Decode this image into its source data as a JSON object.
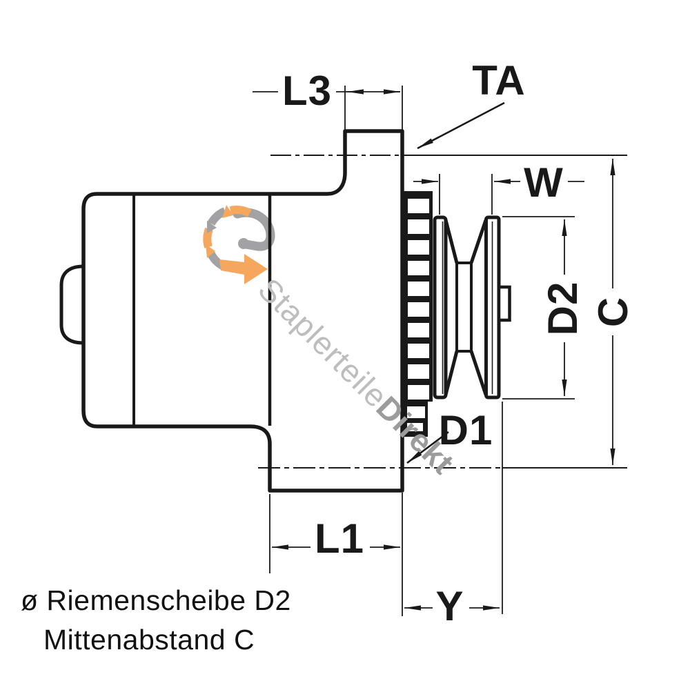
{
  "title": "Alternator dimensional drawing",
  "labels": {
    "l3": "L3",
    "ta": "TA",
    "w": "W",
    "d2": "D2",
    "c": "C",
    "d1": "D1",
    "l1": "L1",
    "y": "Y"
  },
  "caption": {
    "line1": "ø Riemenscheibe D2",
    "line2": "Mittenabstand C"
  },
  "watermark": {
    "text_light": "Staplerteile",
    "text_bold": "Direkt"
  },
  "icons": {
    "logo": "staplerteile-circular-arrows-logo"
  },
  "colors": {
    "line": "#191919",
    "background": "#ffffff",
    "watermark_light": "#bdbdbd",
    "watermark_bold": "#9c9c9c",
    "logo_orange": "#f4a75d",
    "logo_gray": "#a2a2a4"
  }
}
